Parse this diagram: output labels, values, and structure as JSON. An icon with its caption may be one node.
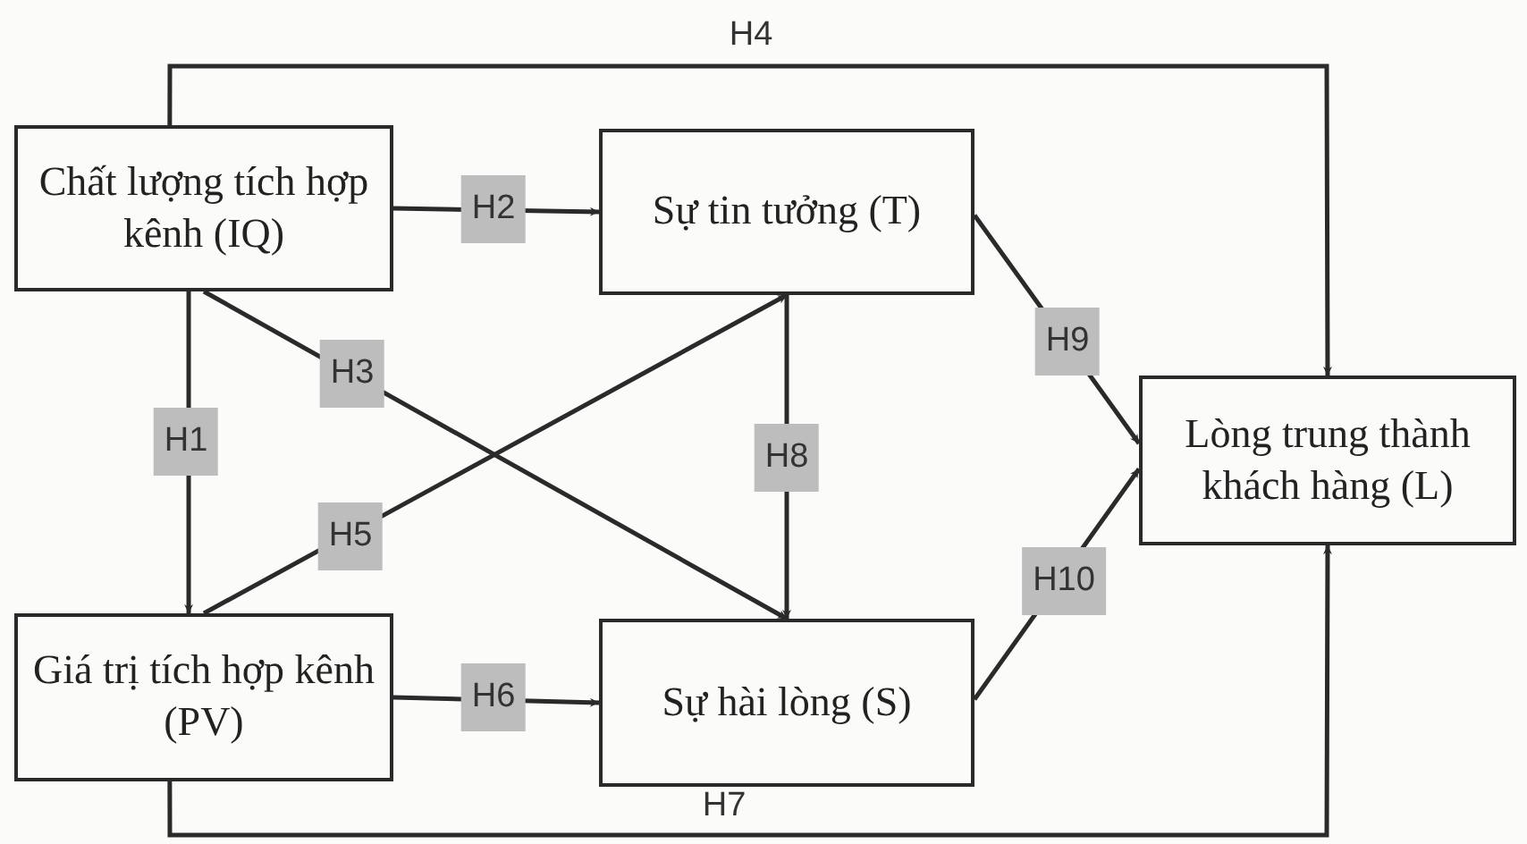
{
  "diagram": {
    "nodes": [
      {
        "text": [
          "Chất lượng tích hợp kênh (IQ)"
        ]
      },
      {
        "text": [
          "Sự tin tưởng (T)"
        ]
      },
      {
        "text": [
          "Giá trị tích hợp kênh (PV)"
        ]
      },
      {
        "text": [
          "Sự hài lòng (S)"
        ]
      },
      {
        "text": [
          "Lòng trung thành khách hàng (L)"
        ]
      }
    ],
    "edges": [
      {
        "from": 0,
        "to": 2,
        "arrow": "to",
        "label": "H1"
      },
      {
        "from": 0,
        "to": 1,
        "arrow": "to",
        "label": "H2"
      },
      {
        "from": 0,
        "to": 3,
        "arrow": "to",
        "label": "H3"
      },
      {
        "from": 0,
        "to": 4,
        "arrow": "to",
        "label": "H4"
      },
      {
        "from": 2,
        "to": 1,
        "arrow": "to",
        "label": "H5"
      },
      {
        "from": 2,
        "to": 3,
        "arrow": "to",
        "label": "H6"
      },
      {
        "from": 2,
        "to": 4,
        "arrow": "to",
        "label": "H7"
      },
      {
        "from": 1,
        "to": 3,
        "arrow": "to",
        "label": "H8"
      },
      {
        "from": 1,
        "to": 4,
        "arrow": "to",
        "label": "H9"
      },
      {
        "from": 3,
        "to": 4,
        "arrow": "to",
        "label": "H10"
      }
    ]
  }
}
